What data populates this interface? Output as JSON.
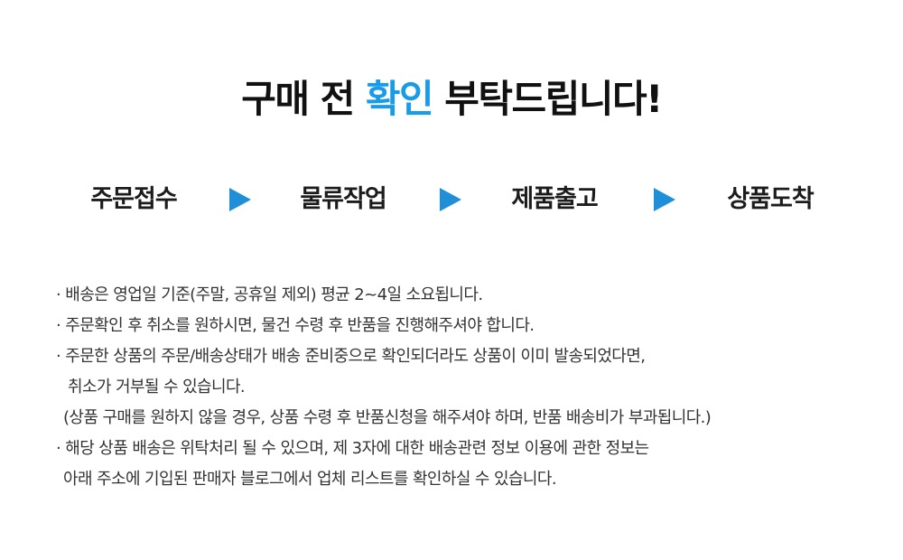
{
  "title": {
    "prefix": "구매 전 ",
    "accent": "확인",
    "suffix": " 부탁드립니다!",
    "accent_color": "#1a9be8"
  },
  "steps": [
    {
      "label": "주문접수"
    },
    {
      "label": "물류작업"
    },
    {
      "label": "제품출고"
    },
    {
      "label": "상품도착"
    }
  ],
  "arrow_icon": "triangle-right-icon",
  "arrow_color": "#1f8fd8",
  "notes": [
    "· 배송은 영업일 기준(주말, 공휴일 제외) 평균 2~4일 소요됩니다.",
    "· 주문확인 후 취소를 원하시면, 물건 수령 후 반품을 진행해주셔야 합니다.",
    "· 주문한 상품의 주문/배송상태가 배송 준비중으로 확인되더라도 상품이 이미 발송되었다면,",
    "취소가 거부될 수 있습니다.",
    "(상품 구매를 원하지 않을 경우, 상품 수령 후 반품신청을 해주셔야 하며, 반품 배송비가 부과됩니다.)",
    "· 해당 상품 배송은 위탁처리 될 수 있으며, 제 3자에 대한 배송관련 정보 이용에 관한 정보는",
    "아래 주소에 기입된 판매자 블로그에서 업체 리스트를 확인하실 수 있습니다."
  ]
}
